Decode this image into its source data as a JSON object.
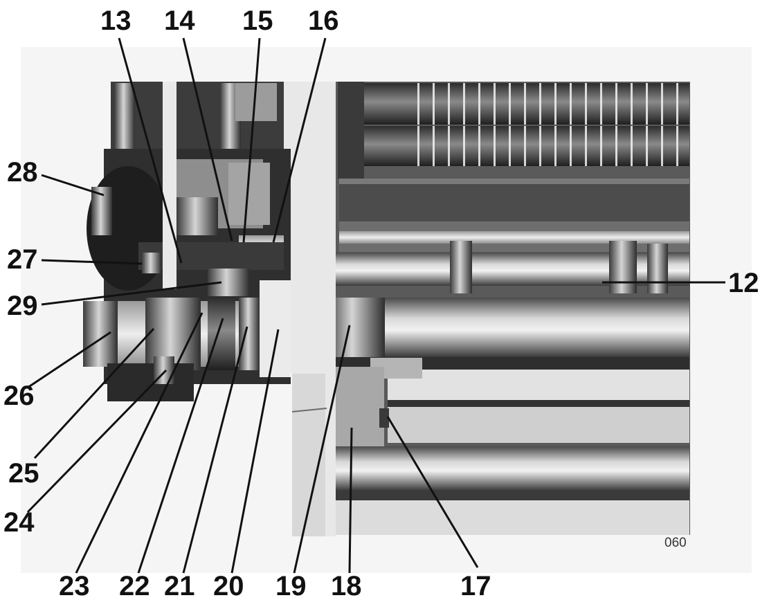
{
  "figure_code": "060",
  "callouts": {
    "c12": "12",
    "c13": "13",
    "c14": "14",
    "c15": "15",
    "c16": "16",
    "c17": "17",
    "c18": "18",
    "c19": "19",
    "c20": "20",
    "c21": "21",
    "c22": "22",
    "c23": "23",
    "c24": "24",
    "c25": "25",
    "c26": "26",
    "c27": "27",
    "c28": "28",
    "c29": "29"
  }
}
